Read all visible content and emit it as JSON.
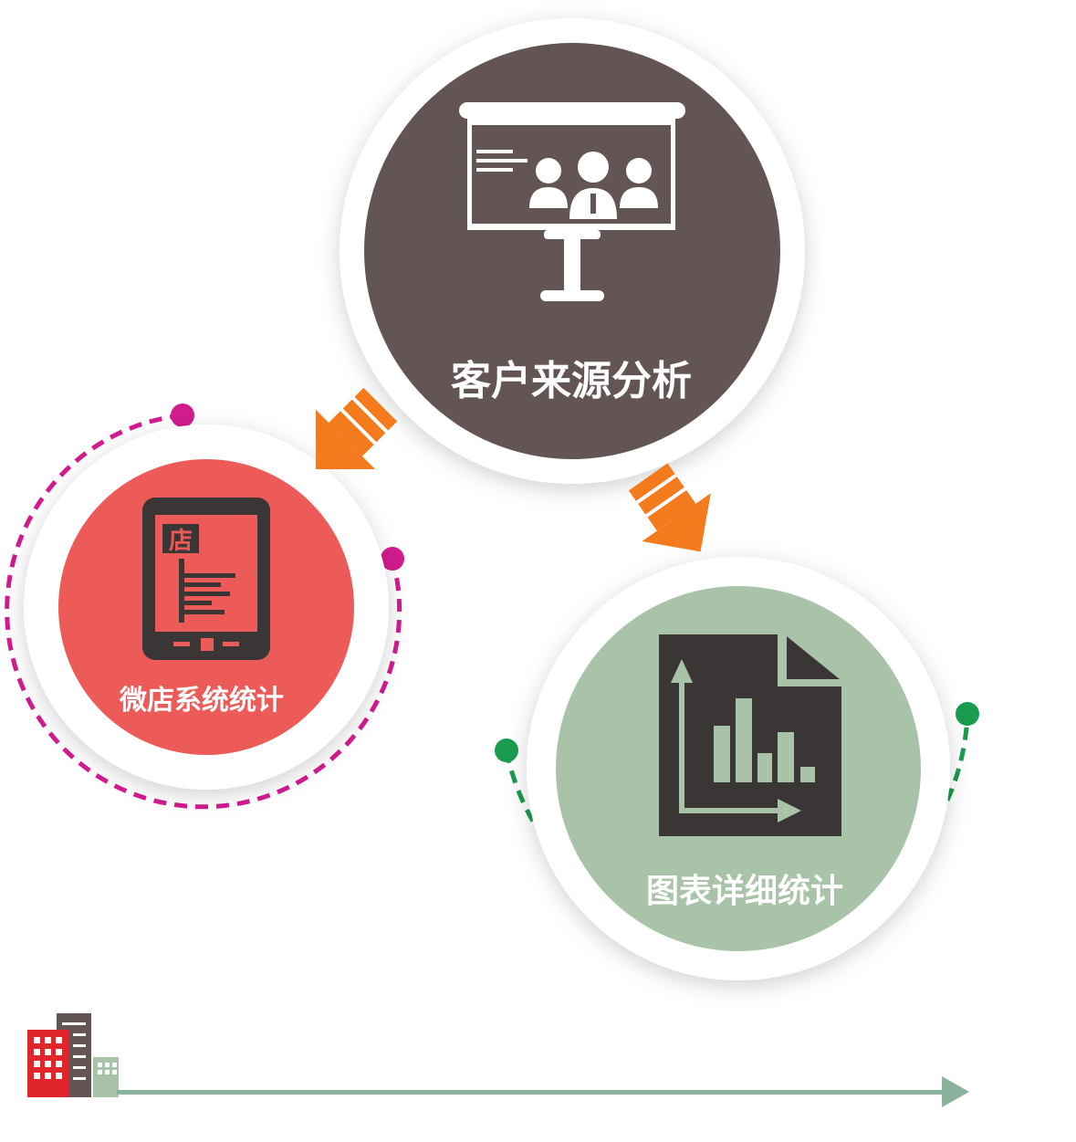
{
  "nodes": {
    "main": {
      "label": "客户来源分析",
      "icon": "presentation-board-icon",
      "color": "#645555"
    },
    "left": {
      "label": "微店系统统计",
      "icon": "tablet-store-icon",
      "color": "#ec5b58"
    },
    "right": {
      "label": "图表详细统计",
      "icon": "chart-document-icon",
      "color": "#a9c3a8"
    }
  },
  "store_sign": "店",
  "colors": {
    "arrow": "#f47a1e",
    "dark_icon": "#3b3636",
    "magenta_dash": "#d21b8f",
    "green_dash": "#1a9b4e",
    "timeline": "#8ab29c"
  },
  "footer": {
    "icon": "buildings-icon"
  }
}
